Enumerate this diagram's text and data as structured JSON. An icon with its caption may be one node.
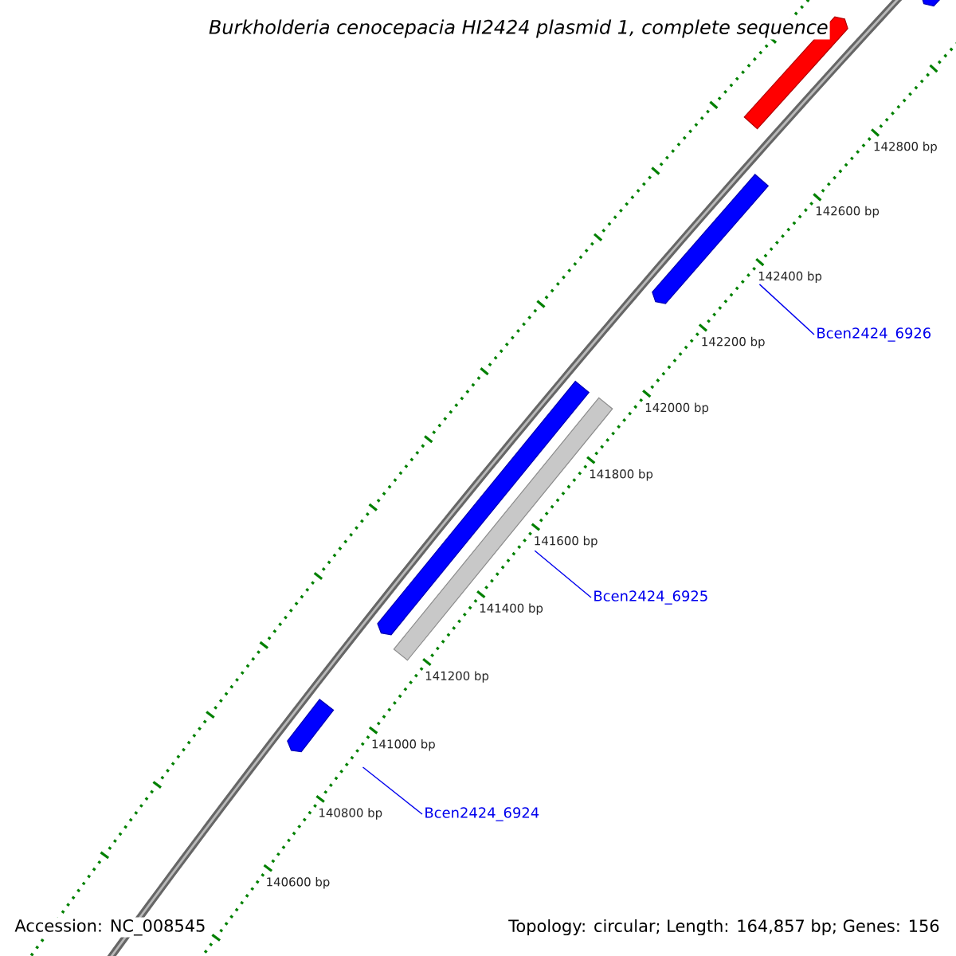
{
  "diagram": {
    "title": "Burkholderia cenocepacia HI2424 plasmid 1, complete sequence",
    "nodes": [
      {
        "text": [],
        "shape": "arrow"
      },
      {
        "text": [],
        "shape": "arrow"
      },
      {
        "text": [],
        "shape": "arrow"
      },
      {
        "text": [
          "Bcen2424_6926"
        ]
      },
      {
        "text": [],
        "shape": "arrow"
      },
      {
        "text": [],
        "shape": "bar"
      },
      {
        "text": [
          "Bcen2424_6925"
        ]
      },
      {
        "text": [],
        "shape": "arrow"
      },
      {
        "text": [
          "Bcen2424_6924"
        ]
      }
    ],
    "edges": [
      {
        "from": 3,
        "to": 2,
        "arrow": "none"
      },
      {
        "from": 6,
        "to": 4,
        "arrow": "none"
      },
      {
        "from": 8,
        "to": 7,
        "arrow": "none"
      }
    ],
    "labels": [
      "142800 bp",
      "142600 bp",
      "142400 bp",
      "142200 bp",
      "142000 bp",
      "141800 bp",
      "141600 bp",
      "141400 bp",
      "141200 bp",
      "141000 bp",
      "140800 bp",
      "140600 bp",
      "Accession: NC_008545",
      "Topology: circular; Length: 164,857 bp; Genes: 156"
    ]
  }
}
